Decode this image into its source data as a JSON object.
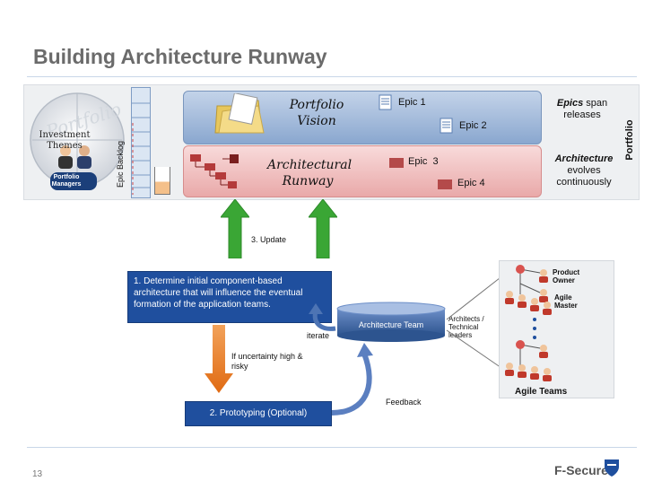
{
  "slide": {
    "title": "Building Architecture Runway",
    "page_number": "13",
    "logo_text": "F-Secure."
  },
  "banner": {
    "investment_themes": "Investment Themes",
    "portfolio_watermark": "Portfolio",
    "portfolio_managers": "Portfolio Managers",
    "epic_backlog": "Epic Backlog",
    "portfolio_vision": "Portfolio Vision",
    "architectural_runway": "Architectural Runway",
    "epic1": "Epic 1",
    "epic2": "Epic 2",
    "epic3": "Epic  3",
    "epic4": "Epic 4",
    "epics_span_bold": "Epics",
    "epics_span_rest": " span releases",
    "architecture_bold": "Architecture",
    "architecture_rest": "evolves continuously",
    "portfolio_side": "Portfolio"
  },
  "flow": {
    "update_label": "3. Update",
    "step1": "1. Determine initial component-based architecture that will influence the eventual formation of the application teams.",
    "architecture_team": "Architecture Team",
    "iterate": "iterate",
    "uncertainty": "If uncertainty high & risky",
    "step2": "2. Prototyping (Optional)",
    "feedback": "Feedback",
    "architects_label": "Architects / Technical leaders"
  },
  "teams": {
    "product_owner": "Product Owner",
    "agile_master": "Agile Master",
    "agile_teams": "Agile Teams"
  },
  "colors": {
    "blue_box": "#1f4f9e",
    "green_arrow": "#3aa635",
    "orange_arrow": "#e8761c",
    "vision_band": "#9fb6d6",
    "runway_band": "#f1c1c1"
  }
}
